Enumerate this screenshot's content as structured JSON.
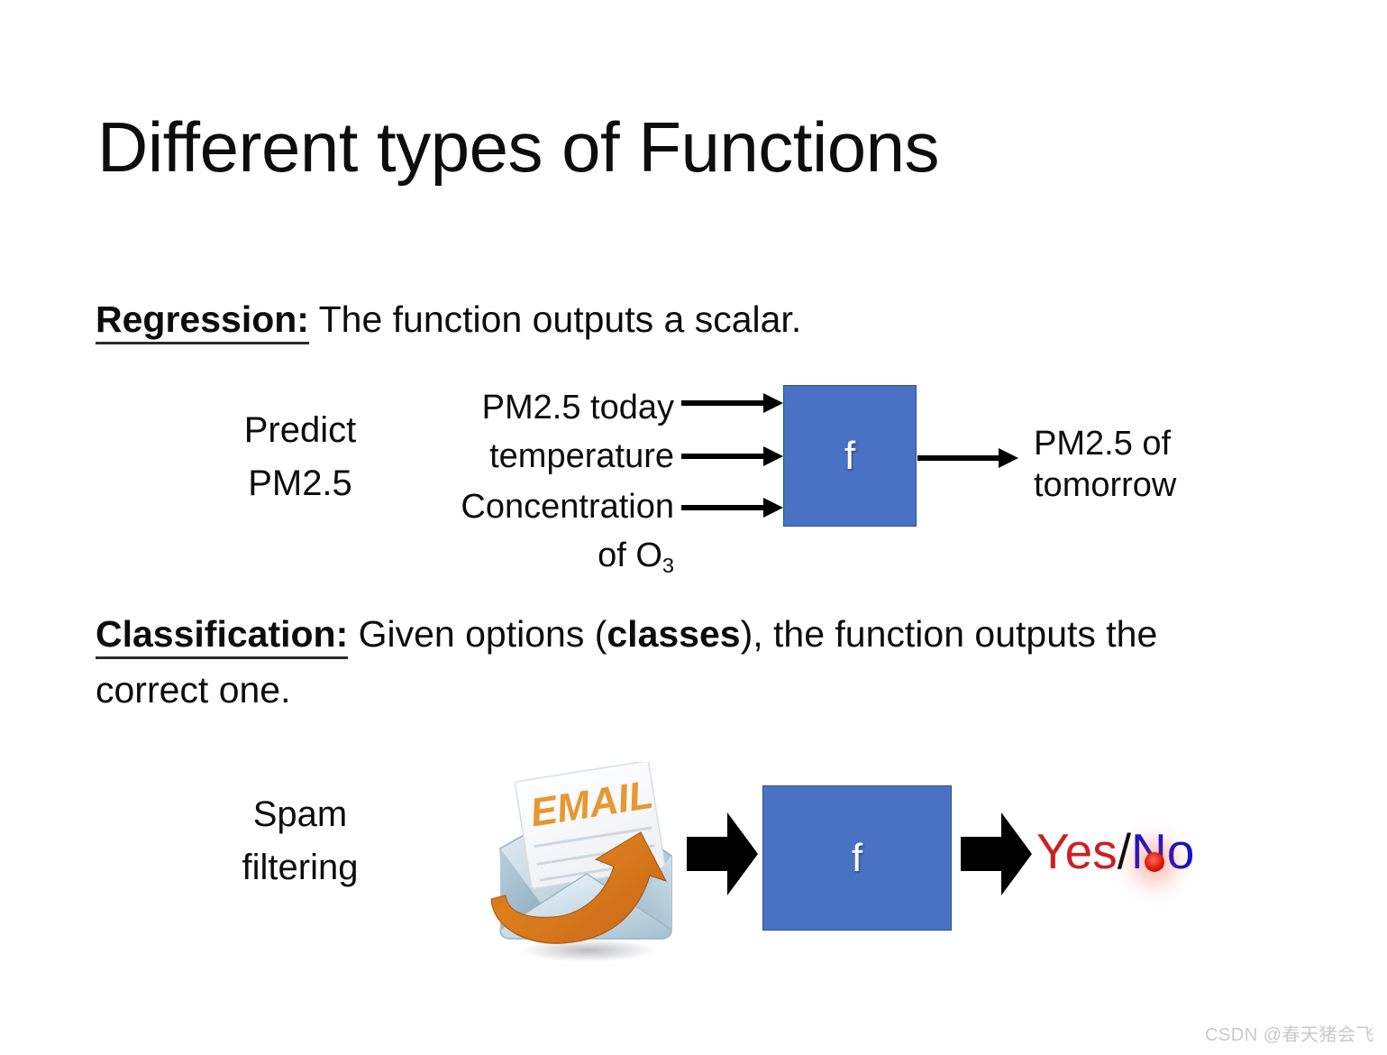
{
  "slide": {
    "title": "Different types of Functions",
    "background_color": "#ffffff",
    "accent_box_color": "#4a72c4"
  },
  "regression": {
    "lead": "Regression:",
    "text": " The function outputs a scalar.",
    "task_label_line1": "Predict",
    "task_label_line2": "PM2.5",
    "inputs": [
      "PM2.5 today",
      "temperature",
      "Concentration"
    ],
    "input_third_line2_prefix": "of O",
    "input_third_line2_sub": "3",
    "function_symbol": "f",
    "output_line1": "PM2.5 of",
    "output_line2": "tomorrow"
  },
  "classification": {
    "lead": "Classification:",
    "text_before_bold": " Given options (",
    "bold_word": "classes",
    "text_after_bold": "), the function outputs the correct one.",
    "task_label_line1": "Spam",
    "task_label_line2": "filtering",
    "email_graphic_label": "EMAIL",
    "function_symbol": "f",
    "output_yes": "Yes",
    "output_separator": "/",
    "output_no": "No",
    "output_yes_color": "#cc2020",
    "output_no_color": "#1212cc"
  },
  "watermark": {
    "text": "CSDN @春天猪会飞"
  }
}
